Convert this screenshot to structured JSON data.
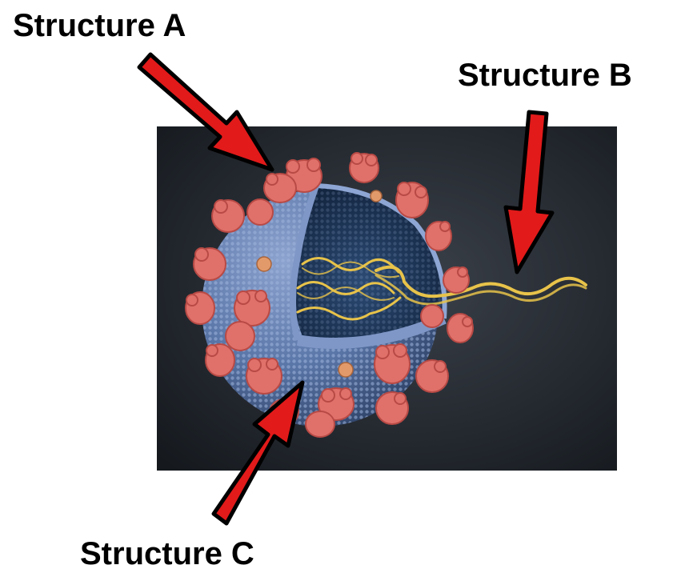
{
  "labels": {
    "structure_a": "Structure A",
    "structure_b": "Structure B",
    "structure_c": "Structure C"
  },
  "colors": {
    "background_dark": "#1e2329",
    "background_center": "#3a4049",
    "envelope": "#4d6a9c",
    "envelope_light": "#7e95c4",
    "interior": "#1d3352",
    "spike": "#e0706a",
    "spike_dark": "#b84a45",
    "rna": "#e8c34a",
    "arrow_fill": "#e21a1a",
    "arrow_stroke": "#000000"
  },
  "icons": {
    "arrow_a": "arrow-down-right",
    "arrow_b": "arrow-down-left",
    "arrow_c": "arrow-up-right"
  }
}
